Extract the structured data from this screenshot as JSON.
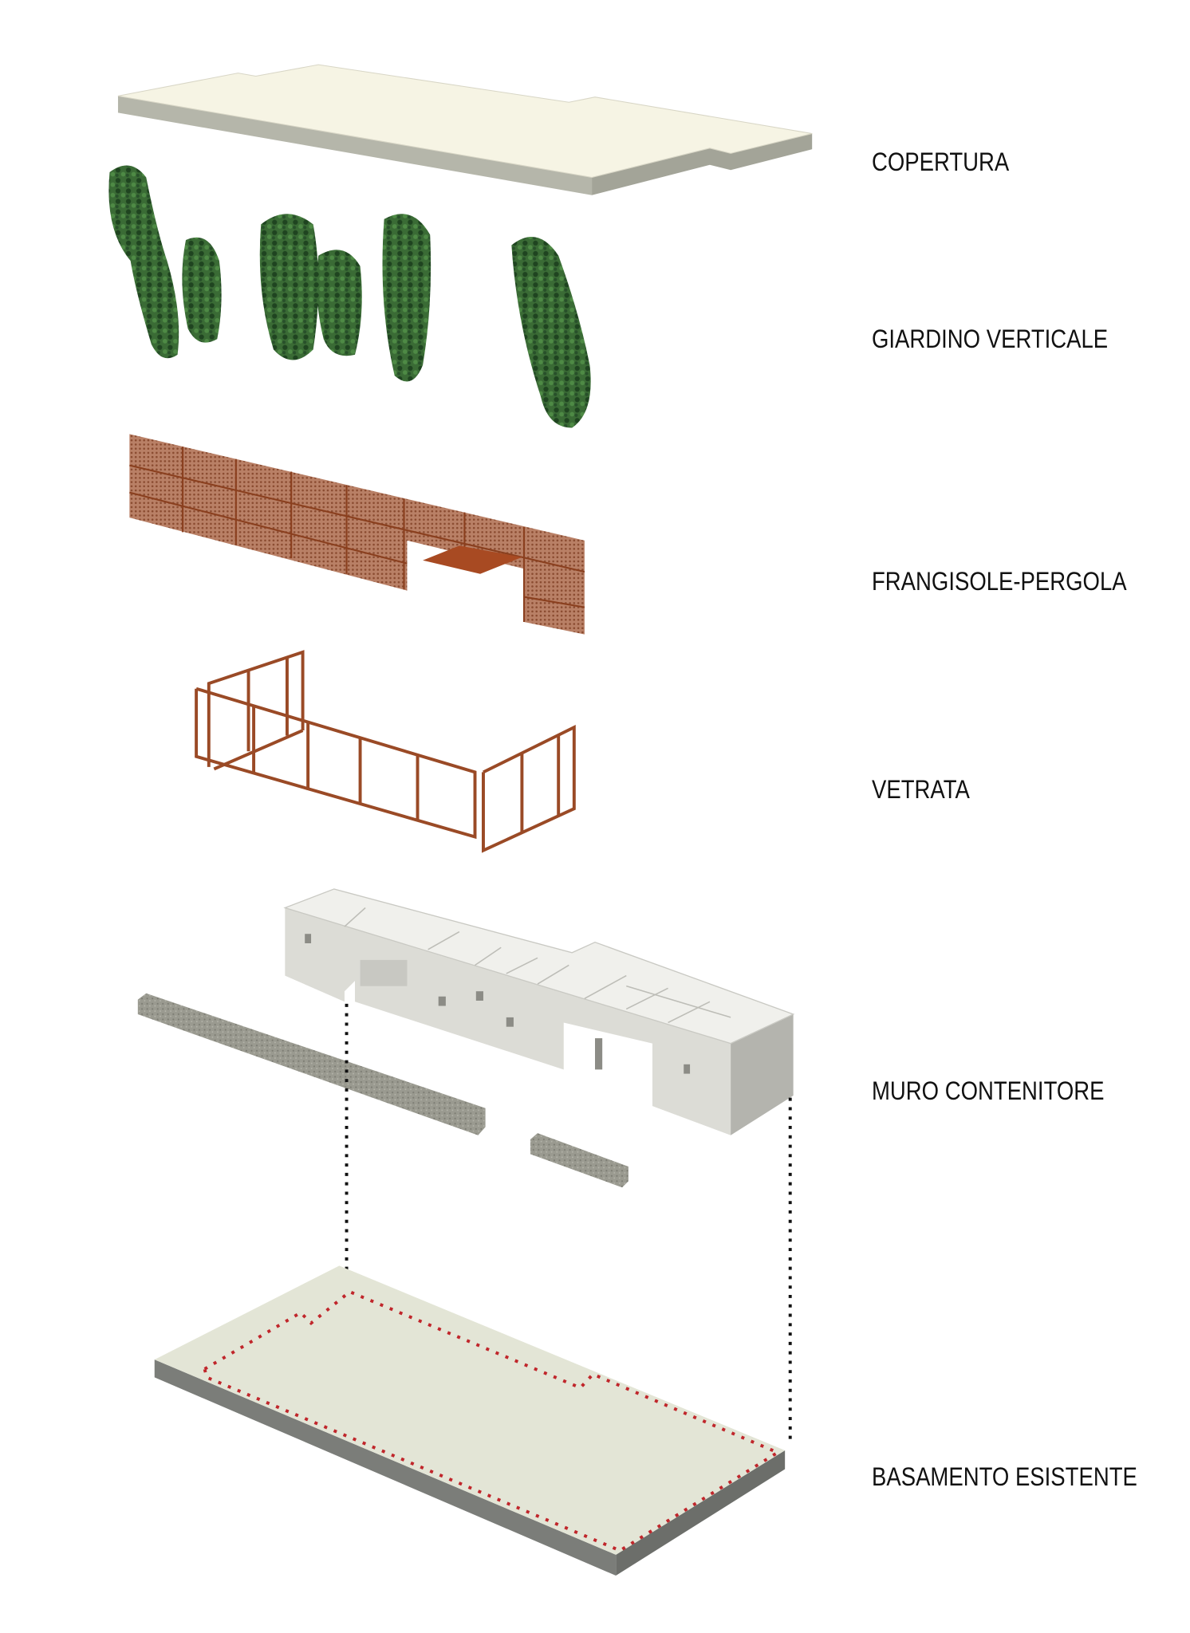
{
  "labels": {
    "roof": "COPERTURA",
    "vertical_garden": "GIARDINO VERTICALE",
    "sunscreen_pergola": "FRANGISOLE-PERGOLA",
    "glazing": "VETRATA",
    "container_wall": "MURO CONTENITORE",
    "existing_base": "BASAMENTO ESISTENTE"
  },
  "colors": {
    "roof_top": "#f6f4e4",
    "roof_side": "#b5b6aa",
    "foliage": "#2f5a2c",
    "corten": "#9a4a26",
    "wall": "#e6e6e1",
    "base_top": "#e3e5d6",
    "base_side": "#7b7d79",
    "outline_red": "#c0262b"
  }
}
